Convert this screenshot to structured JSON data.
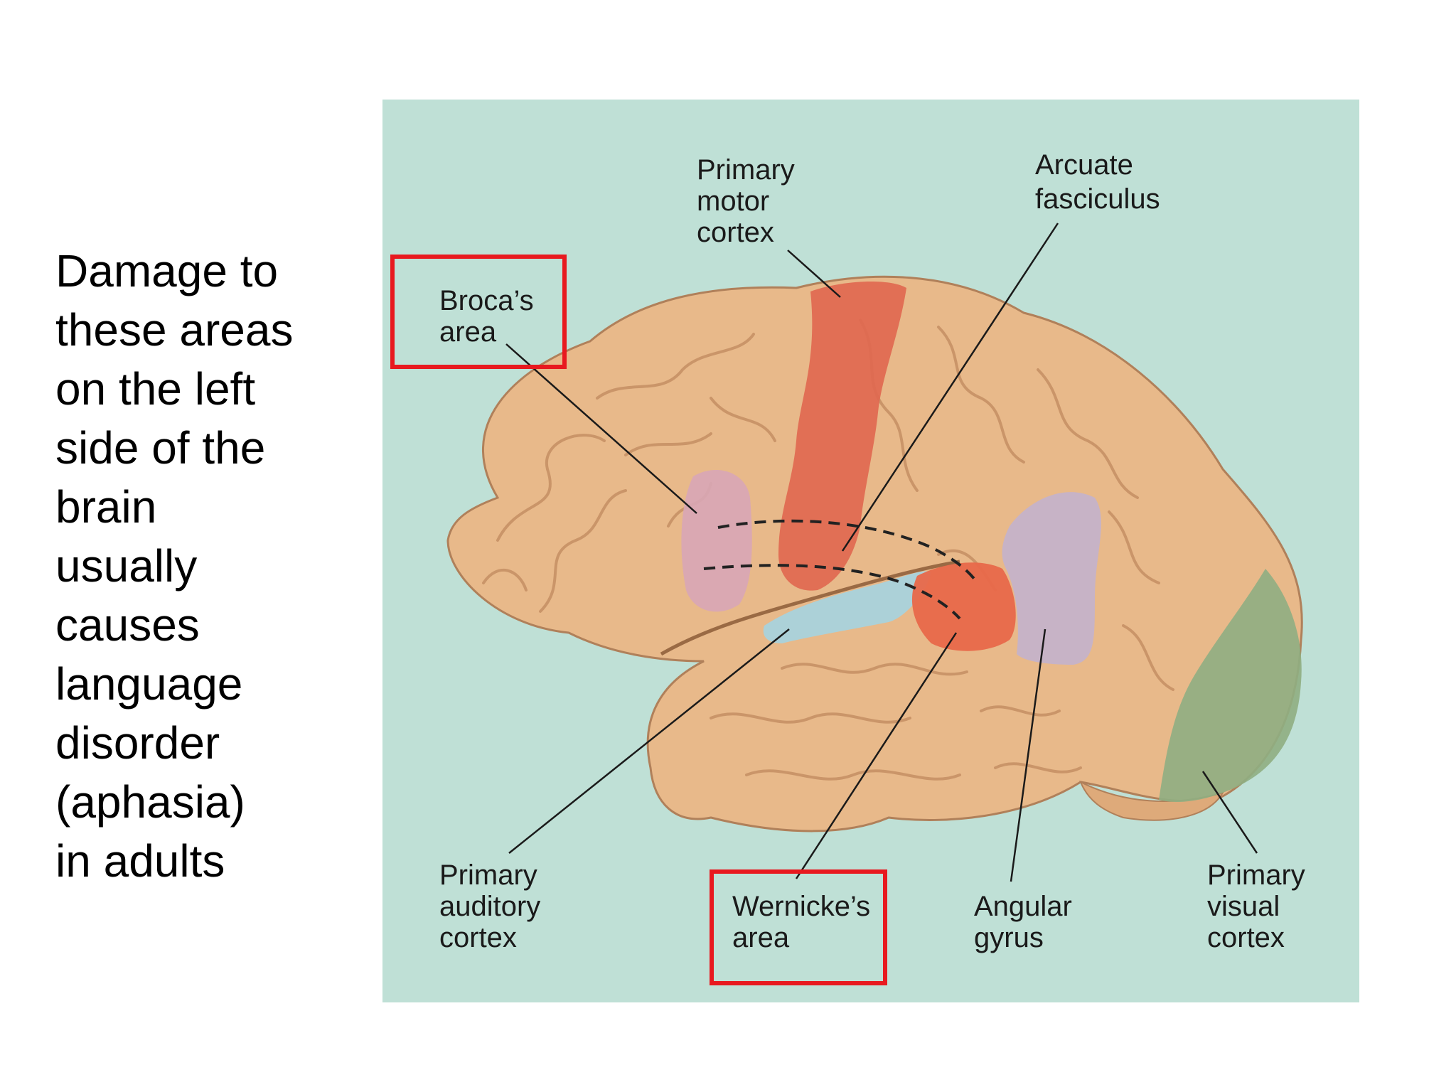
{
  "slide": {
    "text_lines": [
      "Damage to",
      "these areas",
      "on the left",
      "side of the",
      "brain",
      "usually",
      "causes",
      "language",
      "disorder",
      "(aphasia)",
      "in adults"
    ]
  },
  "diagram": {
    "background_color": "#bfe0d6",
    "brain_color": "#e8b98a",
    "highlight_color": "#e8191f",
    "labels": {
      "primary_motor_cortex": [
        "Primary",
        "motor",
        "cortex"
      ],
      "arcuate_fasciculus": [
        "Arcuate",
        "fasciculus"
      ],
      "brocas_area": [
        "Broca’s",
        "area"
      ],
      "primary_auditory_cortex": [
        "Primary",
        "auditory",
        "cortex"
      ],
      "wernickes_area": [
        "Wernicke’s",
        "area"
      ],
      "angular_gyrus": [
        "Angular",
        "gyrus"
      ],
      "primary_visual_cortex": [
        "Primary",
        "visual",
        "cortex"
      ]
    },
    "regions": {
      "motor_cortex_color": "#e06850",
      "broca_color": "#d8a6b6",
      "auditory_color": "#a9d2dc",
      "wernicke_color": "#e8684a",
      "angular_color": "#c3b2cc",
      "visual_color": "#8fae82"
    }
  }
}
